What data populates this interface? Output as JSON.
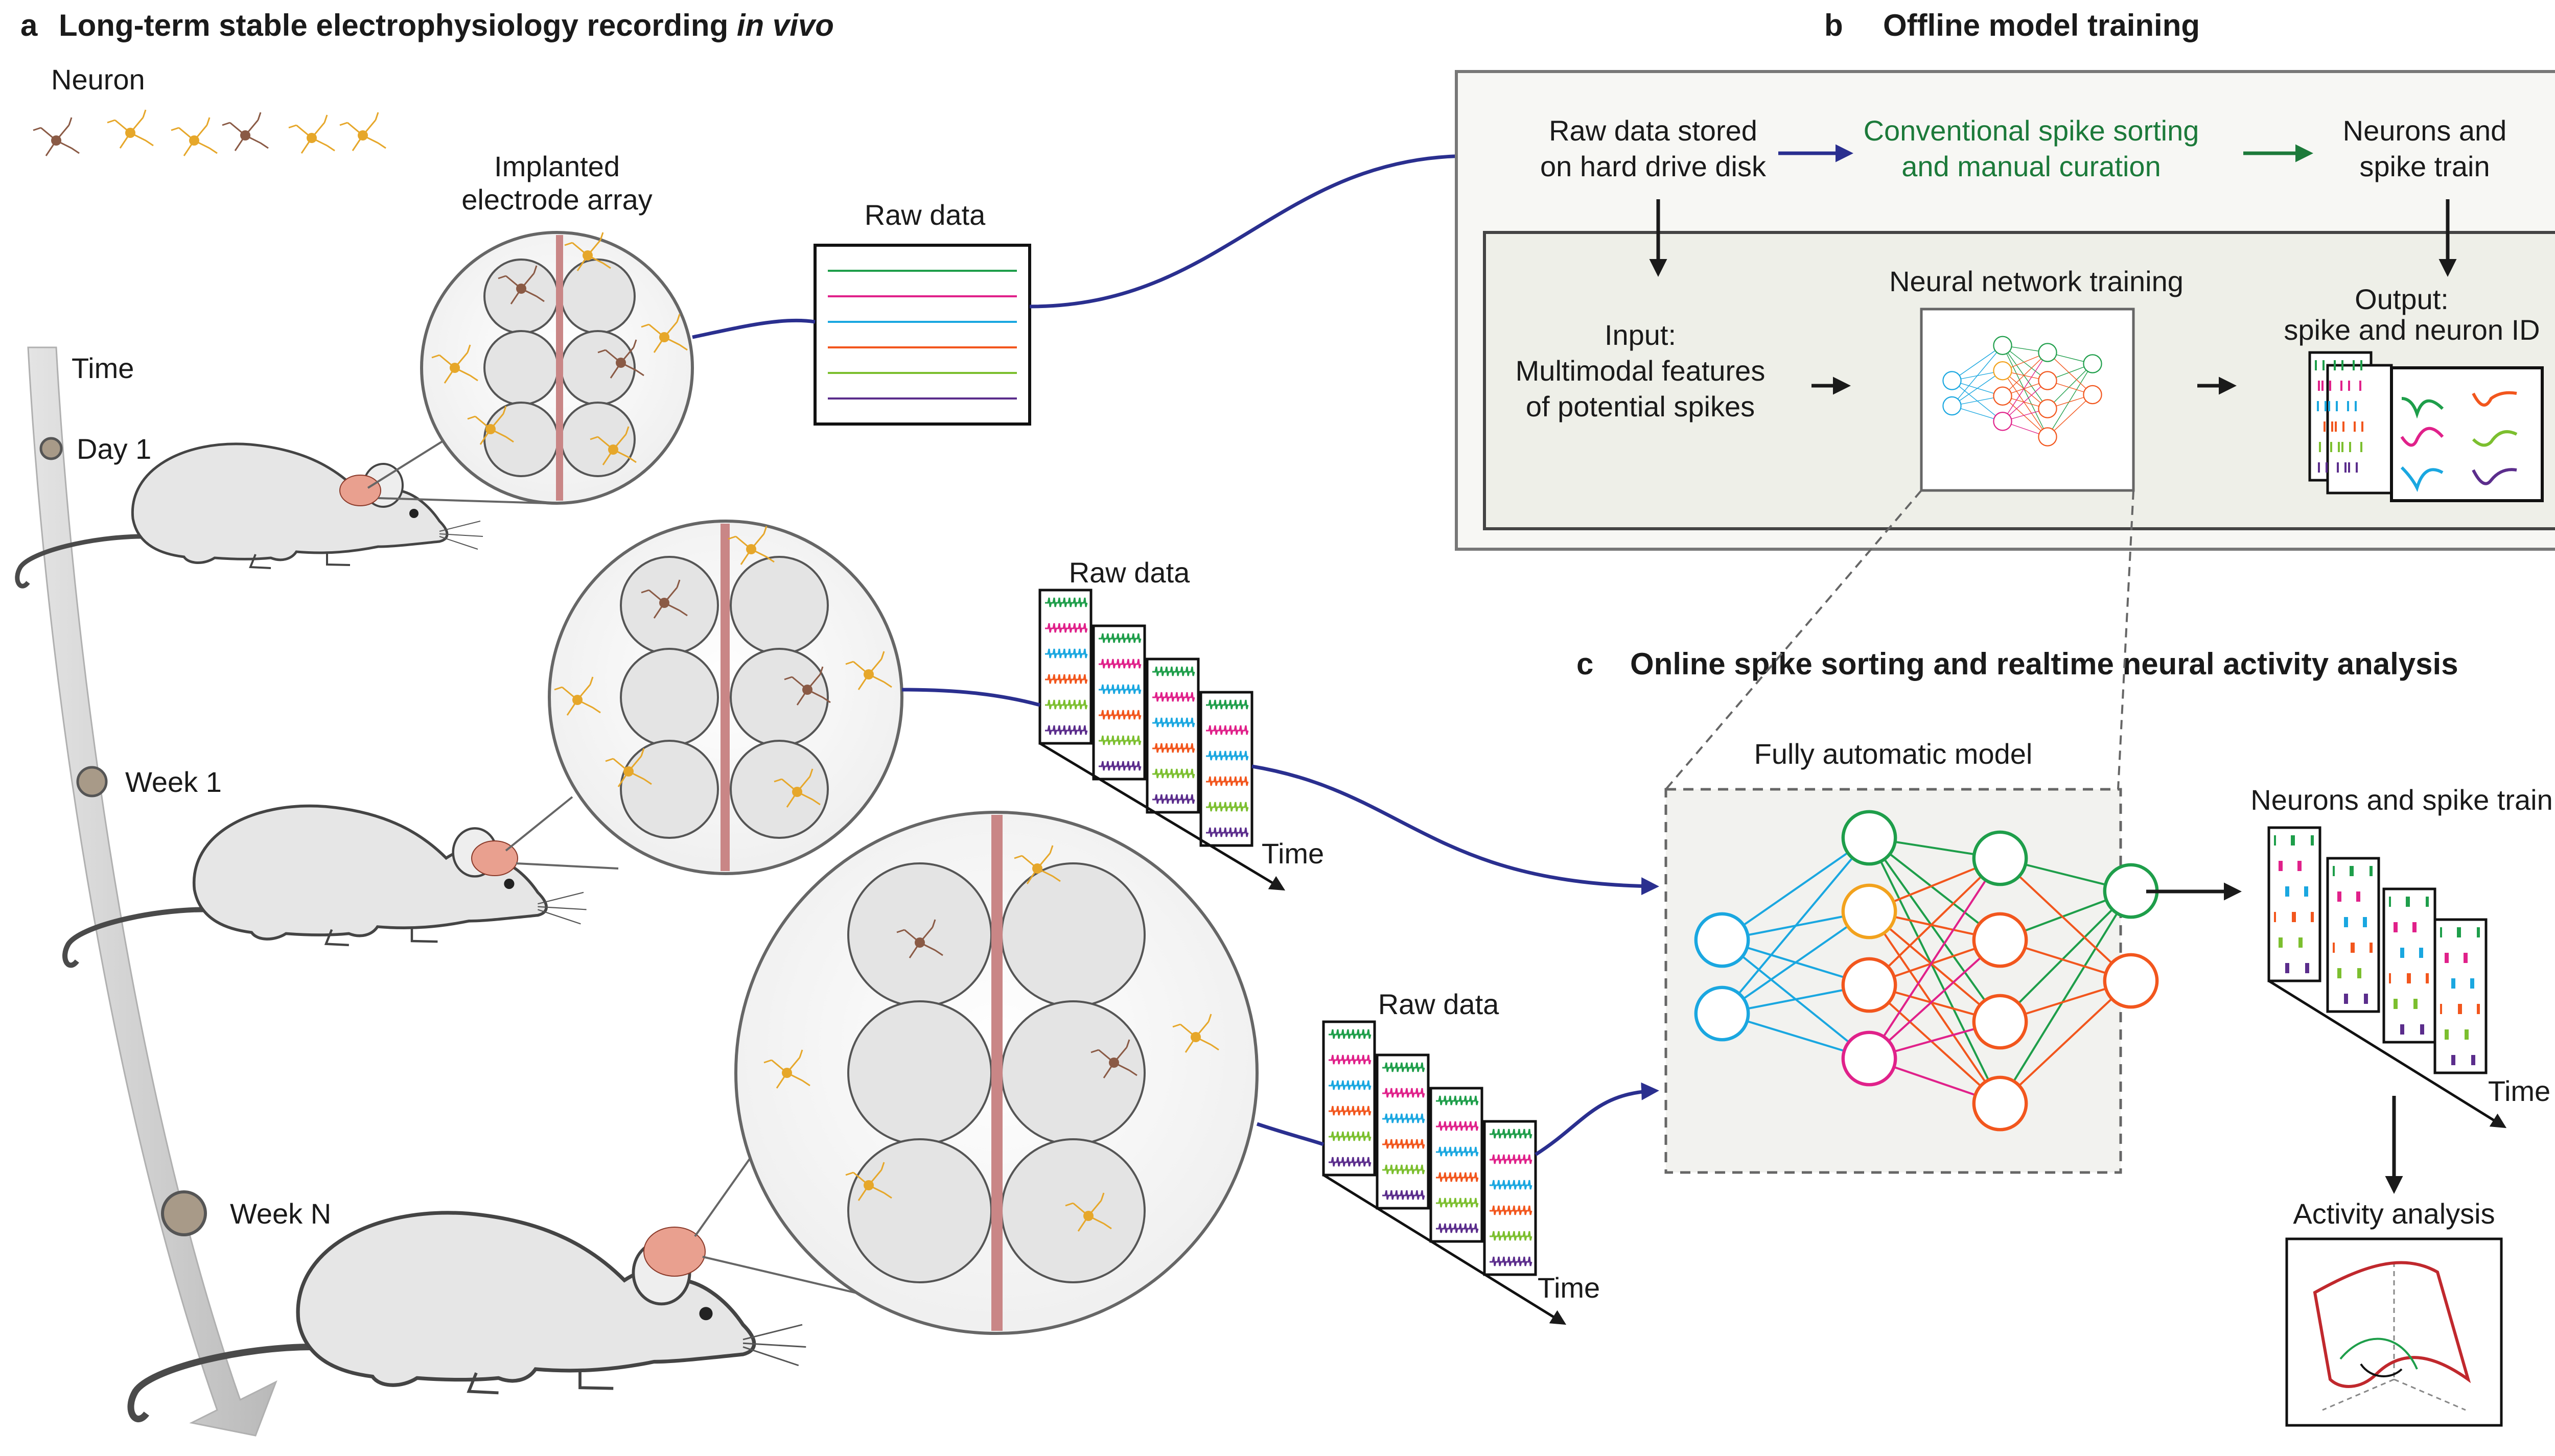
{
  "panel_a": {
    "letter": "a",
    "title": "Long-term stable electrophysiology recording ",
    "title_italic": "in vivo",
    "neuron_label": "Neuron",
    "electrode_label_line1": "Implanted",
    "electrode_label_line2": "electrode array",
    "timeline": {
      "title": "Time",
      "day1": "Day 1",
      "week1": "Week 1",
      "weekN": "Week N"
    },
    "raw_data_1": "Raw data",
    "raw_data_2": "Raw data",
    "raw_data_3": "Raw data",
    "time_2": "Time",
    "time_3": "Time"
  },
  "panel_b": {
    "letter": "b",
    "title": "Offline model training",
    "raw_stored_line1": "Raw data stored",
    "raw_stored_line2": "on hard drive disk",
    "conventional_line1": "Conventional spike sorting",
    "conventional_line2": "and manual curation",
    "neurons_line1": "Neurons and",
    "neurons_line2": "spike train",
    "input_line1": "Input:",
    "input_line2": "Multimodal features",
    "input_line3": "of potential spikes",
    "nn_training": "Neural network training",
    "output_line1": "Output:",
    "output_line2": "spike and neuron ID"
  },
  "panel_c": {
    "letter": "c",
    "title": "Online spike sorting and realtime neural activity analysis",
    "model_label": "Fully automatic model",
    "neurons_spike_train": "Neurons and spike train",
    "time_label": "Time",
    "activity_analysis": "Activity analysis"
  },
  "colors": {
    "trace_green": "#1e9e4a",
    "trace_magenta": "#e0218a",
    "trace_cyan": "#1aa7e0",
    "trace_orange": "#f2561d",
    "trace_lime": "#7cbf2f",
    "trace_purple": "#5b2d8c",
    "flow_navy": "#2a2f8f",
    "flow_green": "#1c7a3a",
    "electrode_shank": "#c98686",
    "brain_pink": "#e9a08f",
    "neuron_orange": "#e6a72a",
    "neuron_brown": "#8a5a45",
    "manifold_red": "#c0282d"
  }
}
